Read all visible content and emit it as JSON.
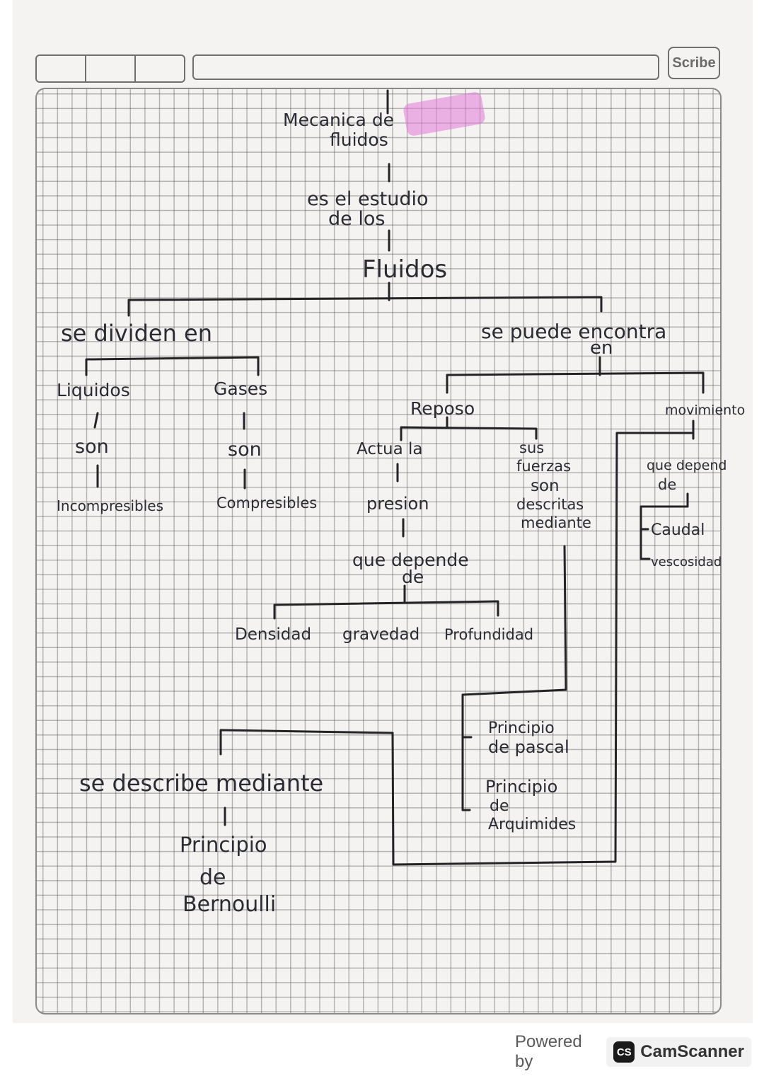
{
  "header": {
    "brand": "Scribe"
  },
  "nodes": {
    "title_1": "Mecanica de",
    "title_2": "fluidos",
    "link_estudio_1": "es el estudio",
    "link_estudio_2": "de los",
    "fluidos": "Fluidos",
    "se_dividen": "se dividen en",
    "se_puede_1": "se puede encontra",
    "se_puede_2": "en",
    "liquidos": "Liquidos",
    "gases": "Gases",
    "son_1": "son",
    "son_2": "son",
    "incompresibles": "Incompresibles",
    "compresibles": "Compresibles",
    "reposo": "Reposo",
    "movimiento": "movimiento",
    "actua_la": "Actua la",
    "presion": "presion",
    "sus_fuerzas_1": "sus",
    "sus_fuerzas_2": "fuerzas",
    "sus_fuerzas_3": "son",
    "sus_fuerzas_4": "descritas",
    "sus_fuerzas_5": "mediante",
    "que_depende_1": "que depende",
    "que_depende_2": "de",
    "densidad": "Densidad",
    "gravedad": "gravedad",
    "profundidad": "Profundidad",
    "que_depend_1": "que depend",
    "que_depend_2": "de",
    "caudal": "Caudal",
    "viscosidad": "vescosidad",
    "pascal_1": "Principio",
    "pascal_2": "de pascal",
    "arquimides_1": "Principio",
    "arquimides_2": "de",
    "arquimides_3": "Arquimides",
    "se_describe": "se describe mediante",
    "bernoulli_1": "Principio",
    "bernoulli_2": "de",
    "bernoulli_3": "Bernoulli"
  },
  "footer": {
    "powered_by": "Powered by",
    "cs_logo": "CS",
    "app_name": "CamScanner"
  }
}
